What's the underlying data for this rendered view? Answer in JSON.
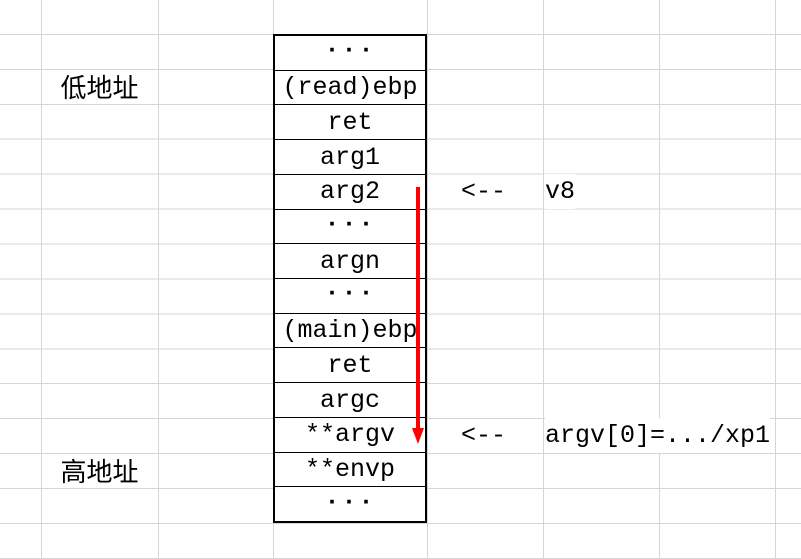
{
  "address_labels": {
    "low": "低地址",
    "high": "高地址"
  },
  "stack_box": {
    "cells": [
      "...",
      "(read)ebp",
      "ret",
      "arg1",
      "arg2",
      "...",
      "argn",
      "...",
      "(main)ebp",
      "ret",
      "argc",
      "**argv",
      "**envp",
      "..."
    ]
  },
  "annotations": {
    "v8": {
      "pointer": "<--",
      "label": "v8"
    },
    "argv": {
      "pointer": "<--",
      "label": "argv[0]=.../xp1"
    }
  },
  "colors": {
    "arrow_red": "#ff0000",
    "gridline": "#d5d5d5",
    "box_border": "#000000",
    "text": "#000000",
    "background": "#ffffff"
  }
}
